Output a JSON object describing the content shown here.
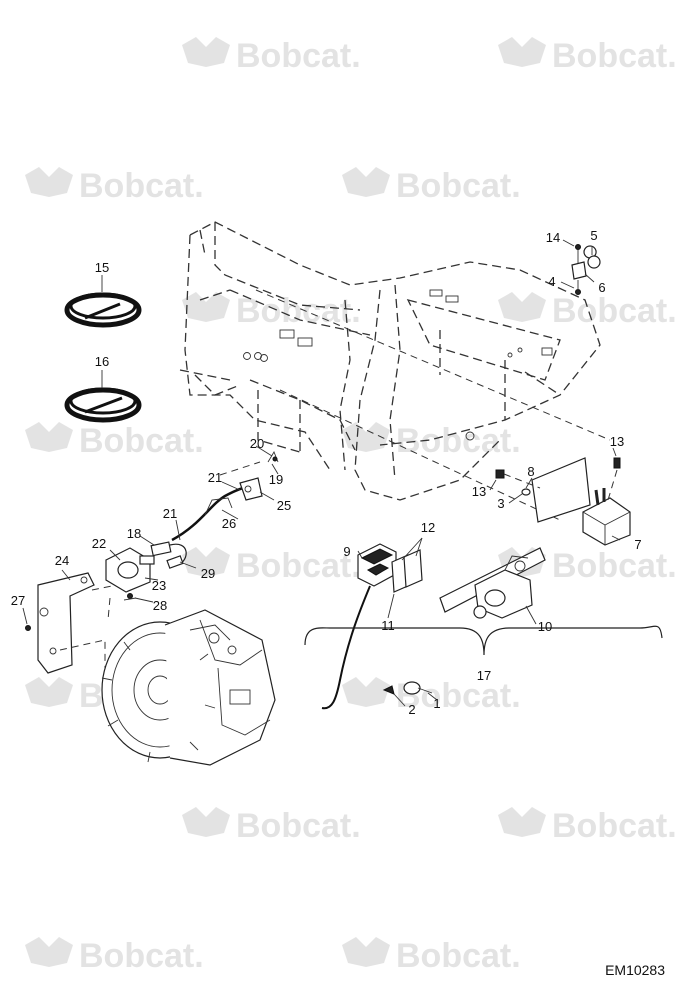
{
  "diagram": {
    "reference_code": "EM10283",
    "watermark_text": "Bobcat.",
    "callouts": [
      "1",
      "2",
      "3",
      "4",
      "5",
      "6",
      "7",
      "8",
      "9",
      "10",
      "11",
      "12",
      "13",
      "13",
      "14",
      "15",
      "16",
      "17",
      "18",
      "19",
      "20",
      "21",
      "21",
      "22",
      "23",
      "24",
      "25",
      "26",
      "27",
      "28",
      "29"
    ]
  }
}
